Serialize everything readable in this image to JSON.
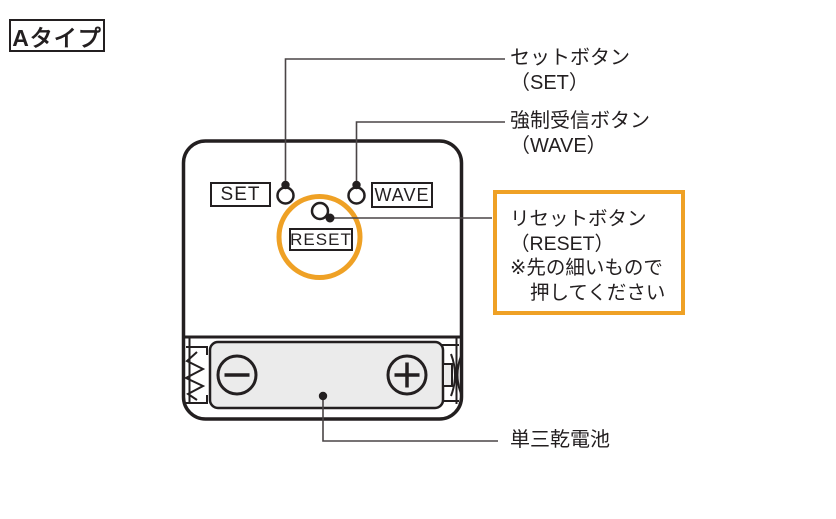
{
  "type_badge": {
    "label": "Aタイプ"
  },
  "device": {
    "set_label": "SET",
    "wave_label": "WAVE",
    "reset_label": "RESET"
  },
  "annotations": {
    "set_line1": "セットボタン",
    "set_line2": "（SET）",
    "wave_line1": "強制受信ボタン",
    "wave_line2": "（WAVE）",
    "reset_line1": "リセットボタン",
    "reset_line2": "（RESET）",
    "reset_line3": "※先の細いもので",
    "reset_line4": "押してください",
    "battery_label": "単三乾電池"
  },
  "colors": {
    "outline": "#231f20",
    "highlight": "#EFA125",
    "battery_fill": "#ebebeb",
    "leader": "#4a4546"
  }
}
